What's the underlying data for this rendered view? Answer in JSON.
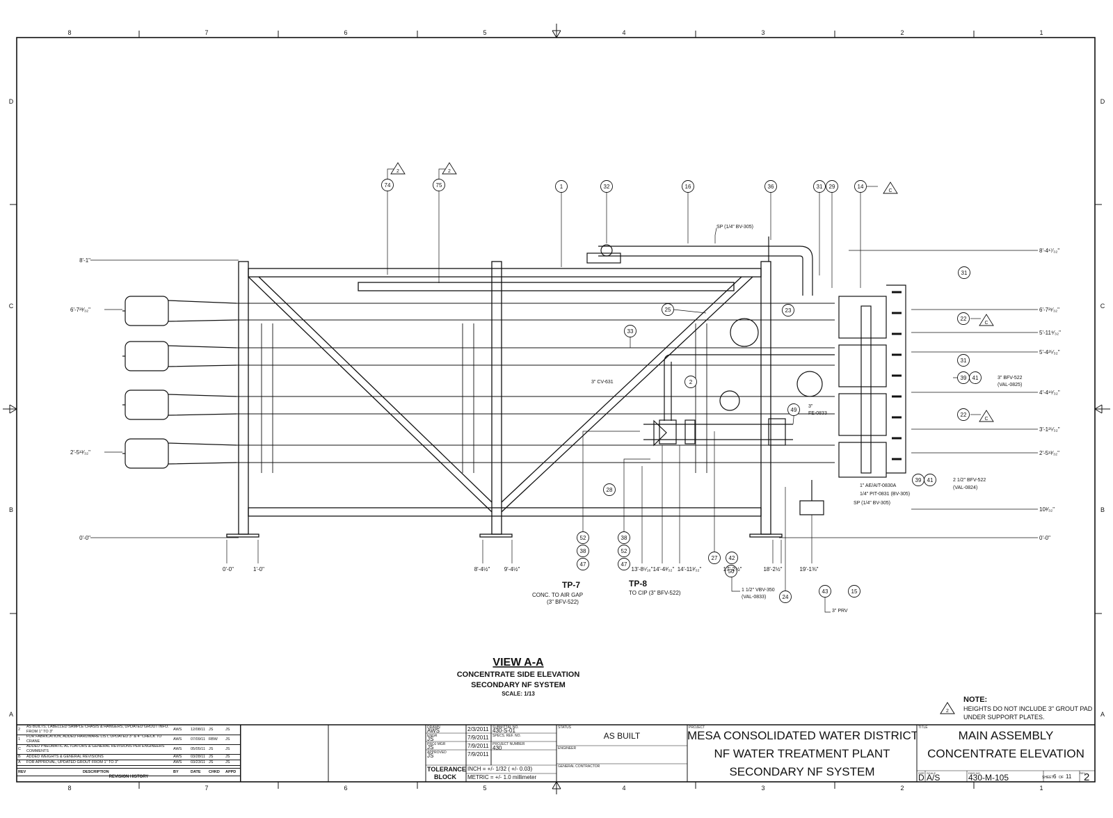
{
  "view": {
    "title": "VIEW A-A",
    "line1": "CONCENTRATE SIDE ELEVATION",
    "line2": "SECONDARY NF SYSTEM",
    "scale": "SCALE: 1/13"
  },
  "note": {
    "heading": "NOTE:",
    "symbol": "2",
    "text1": "HEIGHTS DO NOT INCLUDE 3\" GROUT PAD",
    "text2": "UNDER SUPPORT PLATES."
  },
  "grid": {
    "columns": [
      "8",
      "7",
      "6",
      "5",
      "4",
      "3",
      "2",
      "1"
    ],
    "rows": [
      "D",
      "C",
      "B",
      "A"
    ]
  },
  "balloons": [
    "74",
    "75",
    "1",
    "32",
    "16",
    "36",
    "31",
    "29",
    "14",
    "31",
    "25",
    "23",
    "33",
    "22",
    "31",
    "39",
    "41",
    "2",
    "49",
    "22",
    "28",
    "39",
    "41",
    "52",
    "38",
    "47",
    "38",
    "52",
    "47",
    "27",
    "42",
    "50",
    "24",
    "43",
    "15"
  ],
  "revision_tags": [
    "2",
    "2",
    "C",
    "C",
    "C"
  ],
  "elevations_left": [
    "8'-1\"",
    "6'-7²³⁄₃₂\"",
    "2'-5¹³⁄₃₂\"",
    "0'-0\""
  ],
  "elevations_right": [
    "8'-4¹⁷⁄₃₂\"",
    "6'-7²¹⁄₃₂\"",
    "5'-11⁹⁄₃₂\"",
    "5'-4²⁵⁄₃₂\"",
    "4'-4¹⁹⁄₃₂\"",
    "3'-1²⁵⁄₃₂\"",
    "2'-5¹³⁄₃₂\"",
    "10³⁄₃₂\"",
    "0'-0\""
  ],
  "horizontal_dims": [
    "0'-0\"",
    "1'-0\"",
    "8'-4½\"",
    "9'-4½\"",
    "13'-8⁵⁄₁₆\"",
    "14'-4³⁄₃₂\"",
    "14'-11³⁄₃₂\"",
    "17'-2½\"",
    "18'-2½\"",
    "19'-1⅜\""
  ],
  "callouts": {
    "sp_top": "SP (1/4\" BV-305)",
    "cv631": "3\" CV-631",
    "fe0833a": "3\"",
    "fe0833b": "FE-0833",
    "bfv522a": "3\" BFV-522",
    "val0825": "(VAL-0825)",
    "bfv522b": "2 1/2\" BFV-522",
    "val0824": "(VAL-0824)",
    "ae": "1\" AE/AIT-0830A",
    "pit": "1/4\" PIT-0831 (BV-305)",
    "sp_bot": "SP (1/4\" BV-305)",
    "vbv": "1 1/2\" VBV-350",
    "val0833": "(VAL-0833)",
    "prv": "3\" PRV"
  },
  "tp7": {
    "title": "TP-7",
    "l1": "CONC. TO AIR GAP",
    "l2": "(3\" BFV-522)"
  },
  "tp8": {
    "title": "TP-8",
    "l1": "TO CIP (3\" BFV-522)"
  },
  "revisions": {
    "heading": "REVISION HISTORY",
    "columns": [
      "REV",
      "DESCRIPTION",
      "BY",
      "DATE",
      "CHKD",
      "APPD"
    ],
    "rows": [
      {
        "rev": "2",
        "desc": "AS BUILTS, LABELLED SAMPLE CHASIS & HANGERS, UPDATED GROUT INFO. FROM 1\" TO 3\"",
        "by": "AWS",
        "date": "12/08/11",
        "chkd": "JS",
        "appd": "JS"
      },
      {
        "rev": "1",
        "desc": "FOR FABRICATION, ADDED HARDWARE LIST, UPDATED 3\" & 4\" CHECK TO CRANE",
        "by": "AWS",
        "date": "07/09/11",
        "chkd": "RBW",
        "appd": "JS"
      },
      {
        "rev": "C",
        "desc": "ADDED PNEUMATIC ACTUATORS & GENERAL REVISIONS PER ENGINEERS COMMENTS",
        "by": "AWS",
        "date": "05/05/11",
        "chkd": "JS",
        "appd": "JS"
      },
      {
        "rev": "B",
        "desc": "ADDED WEIGHTS & GENERAL REVISIONS",
        "by": "AWS",
        "date": "03/28/11",
        "chkd": "JS",
        "appd": "JS"
      },
      {
        "rev": "A",
        "desc": "FOR APPROVAL, UPDATED GROUT FROM 1\" TO 3\"",
        "by": "AWS",
        "date": "03/23/11",
        "chkd": "JS",
        "appd": "JS"
      }
    ]
  },
  "titleblock": {
    "drawn_label": "DRAWN",
    "drawn_by": "AWS",
    "drawn_date": "2/3/2011",
    "engr_label": "ENGR",
    "engr_by": "JS",
    "engr_date": "7/9/2011",
    "projmgr_label": "PROJ MGR",
    "projmgr_by": "JS",
    "projmgr_date": "7/9/2011",
    "approved_label": "APPROVED",
    "approved_by": "JS",
    "approved_date": "7/9/2011",
    "submittal_label": "SUBMITTAL NO.",
    "submittal": "430-S-01",
    "specs_label": "SPECS. REF. NO.",
    "projnum_label": "PROJECT NUMBER",
    "projnum": "430",
    "status_label": "STATUS",
    "status": "AS BUILT",
    "engineer_label": "ENGINEER",
    "contractor_label": "GENERAL CONTRACTOR",
    "tolerance_l1": "TOLERANCE",
    "tolerance_l2": "BLOCK",
    "inch": "INCH = +/- 1/32 ( +/- 0.03)",
    "metric": "METRIC = +/- 1.0 millimeter",
    "project_label": "PROJECT",
    "project1": "MESA CONSOLIDATED WATER DISTRICT",
    "project2": "NF WATER TREATMENT PLANT",
    "project3": "SECONDARY NF SYSTEM",
    "title_label": "TITLE",
    "title1": "MAIN ASSEMBLY",
    "title2": "CONCENTRATE ELEVATION",
    "size_label": "SIZE",
    "size": "D",
    "scale_label": "SCALE",
    "scale": "A/S",
    "dwg_label": "DWG NO",
    "dwg": "430-M-105",
    "sheet_label": "SHEET",
    "sheet": "6",
    "of_label": "OF",
    "sheet_total": "11",
    "rev_label": "REV",
    "rev": "2"
  }
}
